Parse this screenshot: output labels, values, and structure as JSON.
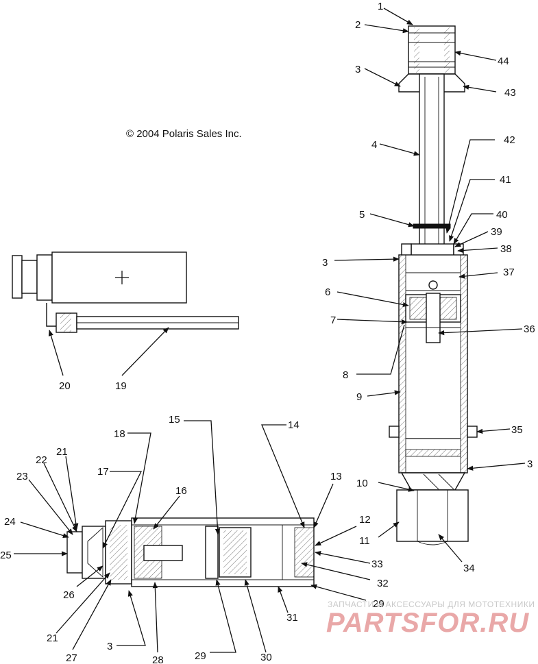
{
  "copyright": "© 2004 Polaris Sales Inc.",
  "callouts": {
    "n1": "1",
    "n2": "2",
    "n3a": "3",
    "n4": "4",
    "n44": "44",
    "n43": "43",
    "n42": "42",
    "n41": "41",
    "n5": "5",
    "n40": "40",
    "n39": "39",
    "n38": "38",
    "n3b": "3",
    "n37": "37",
    "n6": "6",
    "n7": "7",
    "n36": "36",
    "n8": "8",
    "n9": "9",
    "n35": "35",
    "n3c": "3",
    "n10": "10",
    "n11": "11",
    "n34": "34",
    "n20": "20",
    "n19": "19",
    "n15": "15",
    "n14": "14",
    "n18": "18",
    "n17": "17",
    "n16": "16",
    "n21a": "21",
    "n22": "22",
    "n23": "23",
    "n24": "24",
    "n25": "25",
    "n26": "26",
    "n13": "13",
    "n12": "12",
    "n33": "33",
    "n32": "32",
    "n29a": "29",
    "n31": "31",
    "n21b": "21",
    "n27": "27",
    "n3d": "3",
    "n28": "28",
    "n29b": "29",
    "n30": "30"
  },
  "watermark": {
    "tagline": "ЗАПЧАСТИ И АКСЕССУАРЫ ДЛЯ МОТОТЕХНИКИ",
    "logo": "PARTSFOR.RU"
  }
}
